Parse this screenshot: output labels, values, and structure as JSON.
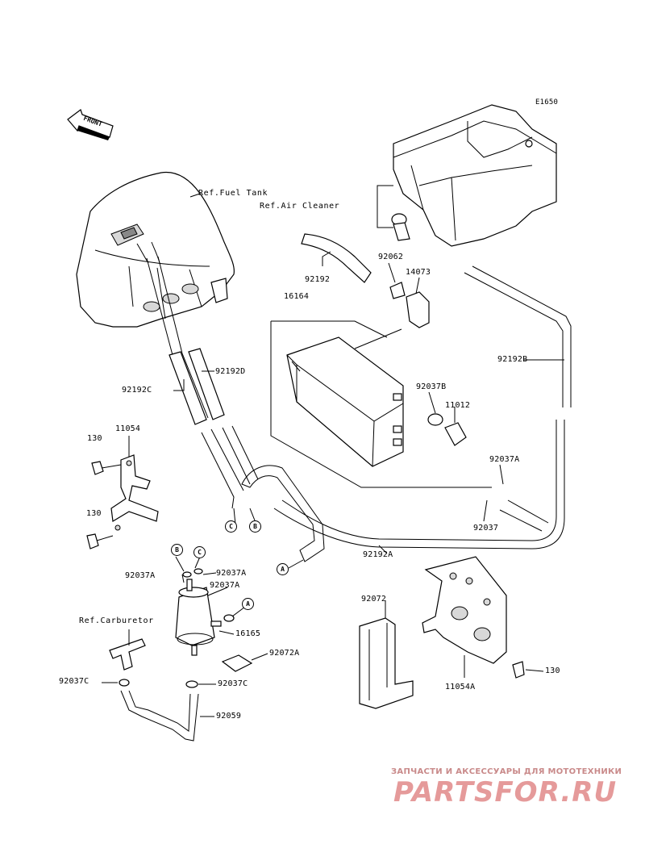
{
  "diagram_code": "E1650",
  "refs": {
    "fuel_tank": "Ref.Fuel Tank",
    "air_cleaner": "Ref.Air Cleaner",
    "carburetor": "Ref.Carburetor"
  },
  "front_arrow": "FRONT",
  "parts": {
    "p92192": "92192",
    "p92062": "92062",
    "p14073": "14073",
    "p16164": "16164",
    "p92192B": "92192B",
    "p92192D": "92192D",
    "p92192C": "92192C",
    "p92037B": "92037B",
    "p11012": "11012",
    "p11054": "11054",
    "p130_a": "130",
    "p130_b": "130",
    "p92037A_r": "92037A",
    "p92037": "92037",
    "p92192A": "92192A",
    "p92037A_l": "92037A",
    "p92037A_m": "92037A",
    "p92037A_t": "92037A",
    "p16165": "16165",
    "p92072A": "92072A",
    "p92072": "92072",
    "p11054A": "11054A",
    "p130_c": "130",
    "p92037C_l": "92037C",
    "p92037C_r": "92037C",
    "p92059": "92059"
  },
  "connectors": {
    "c_low": "C",
    "b_low": "B",
    "a_mid": "A",
    "b_top": "B",
    "c_top": "C",
    "a_right": "A"
  },
  "watermark": {
    "tagline": "ЗАПЧАСТИ И АКСЕССУАРЫ ДЛЯ МОТОТЕХНИКИ",
    "logo": "PARTSFOR.RU"
  }
}
